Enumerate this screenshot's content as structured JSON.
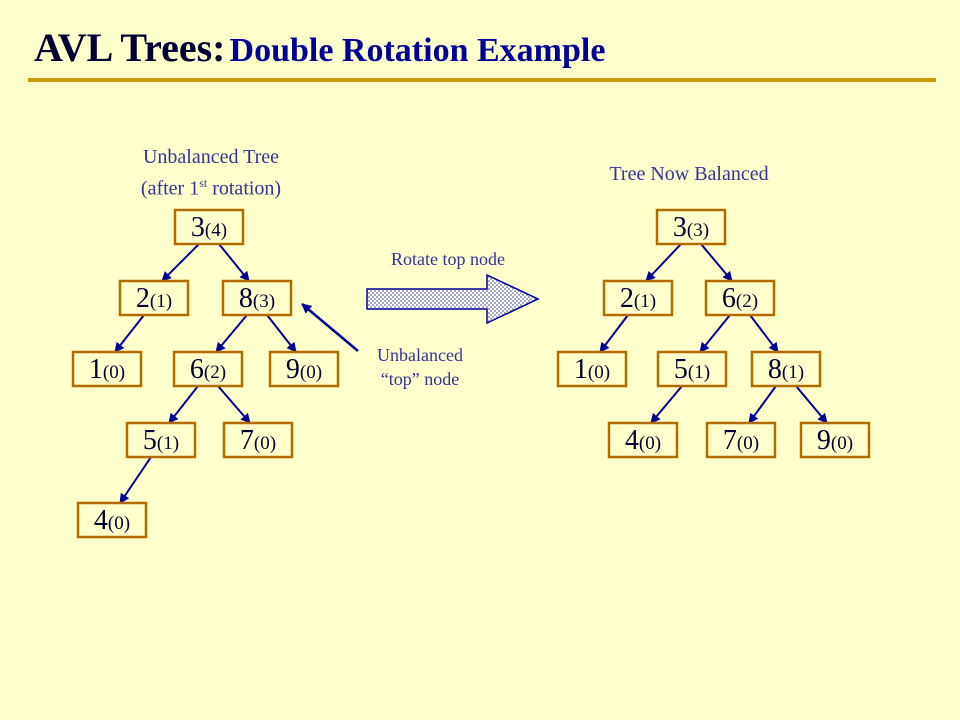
{
  "title": {
    "main": "AVL Trees:",
    "sub": "Double Rotation Example"
  },
  "left_tree": {
    "caption_line1": "Unbalanced Tree",
    "caption_line2_pre": "(after 1",
    "caption_line2_sup": "st",
    "caption_line2_post": " rotation)",
    "nodes": [
      {
        "id": "L3",
        "value": "3",
        "balance": "(4)"
      },
      {
        "id": "L2",
        "value": "2",
        "balance": "(1)"
      },
      {
        "id": "L8",
        "value": "8",
        "balance": "(3)"
      },
      {
        "id": "L1",
        "value": "1",
        "balance": "(0)"
      },
      {
        "id": "L6",
        "value": "6",
        "balance": "(2)"
      },
      {
        "id": "L9",
        "value": "9",
        "balance": "(0)"
      },
      {
        "id": "L5",
        "value": "5",
        "balance": "(1)"
      },
      {
        "id": "L7",
        "value": "7",
        "balance": "(0)"
      },
      {
        "id": "L4",
        "value": "4",
        "balance": "(0)"
      }
    ],
    "edges": [
      [
        "L3",
        "L2"
      ],
      [
        "L3",
        "L8"
      ],
      [
        "L2",
        "L1"
      ],
      [
        "L8",
        "L6"
      ],
      [
        "L8",
        "L9"
      ],
      [
        "L6",
        "L5"
      ],
      [
        "L6",
        "L7"
      ],
      [
        "L5",
        "L4"
      ]
    ]
  },
  "right_tree": {
    "caption": "Tree Now Balanced",
    "nodes": [
      {
        "id": "R3",
        "value": "3",
        "balance": "(3)"
      },
      {
        "id": "R2",
        "value": "2",
        "balance": "(1)"
      },
      {
        "id": "R6",
        "value": "6",
        "balance": "(2)"
      },
      {
        "id": "R1",
        "value": "1",
        "balance": "(0)"
      },
      {
        "id": "R5",
        "value": "5",
        "balance": "(1)"
      },
      {
        "id": "R8",
        "value": "8",
        "balance": "(1)"
      },
      {
        "id": "R4",
        "value": "4",
        "balance": "(0)"
      },
      {
        "id": "R7",
        "value": "7",
        "balance": "(0)"
      },
      {
        "id": "R9",
        "value": "9",
        "balance": "(0)"
      }
    ],
    "edges": [
      [
        "R3",
        "R2"
      ],
      [
        "R3",
        "R6"
      ],
      [
        "R2",
        "R1"
      ],
      [
        "R6",
        "R5"
      ],
      [
        "R6",
        "R8"
      ],
      [
        "R5",
        "R4"
      ],
      [
        "R8",
        "R7"
      ],
      [
        "R8",
        "R9"
      ]
    ]
  },
  "arrow_label": "Rotate top node",
  "annotation": {
    "line1": "Unbalanced",
    "line2": "“top” node",
    "target": "L8"
  },
  "colors": {
    "background": "#ffffcc",
    "node_border": "#b36b00",
    "edge": "#000099",
    "title": "#000033",
    "subtitle": "#000099",
    "rule": "#cc9900"
  }
}
